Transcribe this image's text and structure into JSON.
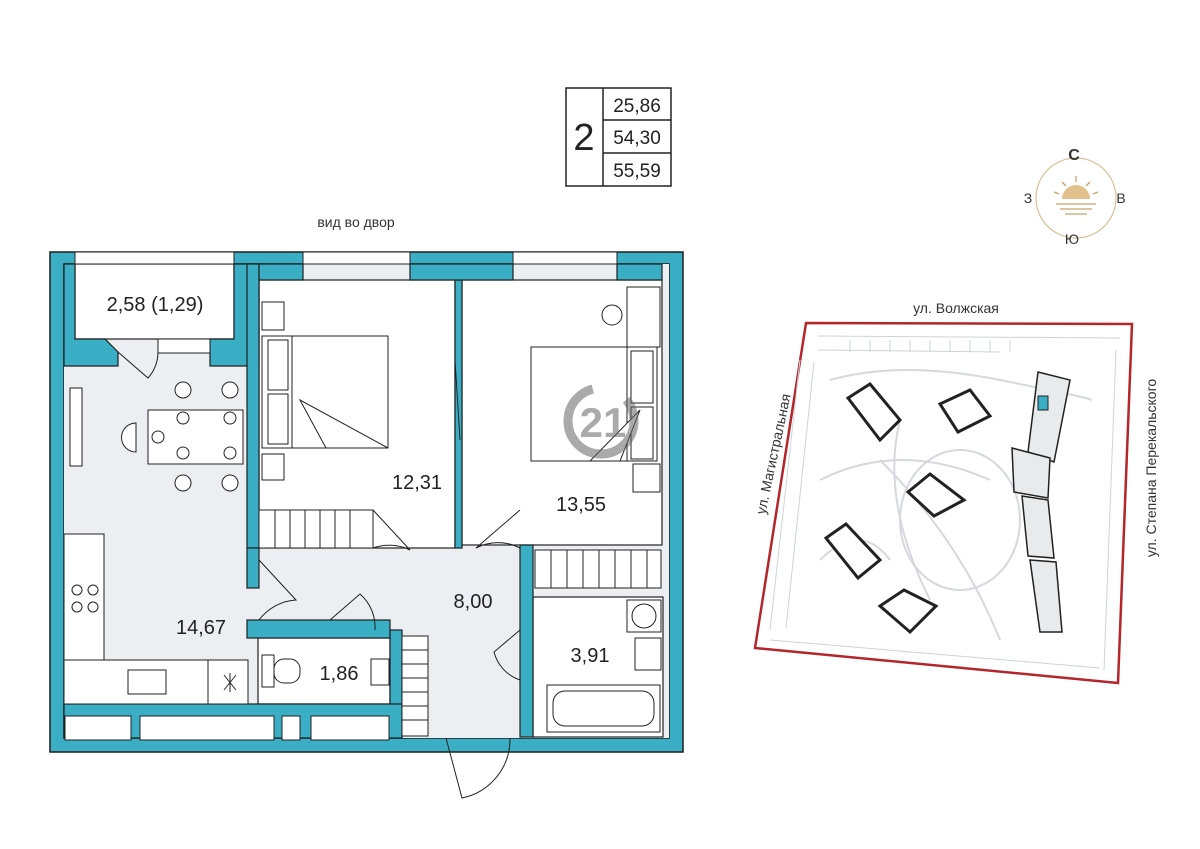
{
  "summary": {
    "rooms_count": "2",
    "living_area": "25,86",
    "total_area": "54,30",
    "total_area_with_balcony": "55,59"
  },
  "view_label": "вид во двор",
  "compass": {
    "north": "С",
    "west": "З",
    "east": "В",
    "south": "Ю"
  },
  "rooms": {
    "balcony": "2,58 (1,29)",
    "bedroom_left": "12,31",
    "bedroom_right": "13,55",
    "kitchen": "14,67",
    "hallway": "8,00",
    "wc": "1,86",
    "bathroom": "3,91"
  },
  "streets": {
    "top": "ул. Волжская",
    "left": "ул. Магистральная",
    "right": "ул. Степана Перекальского"
  },
  "logo_text": "21",
  "colors": {
    "wall": "#3aaec4",
    "wall_stroke": "#1e1e1e",
    "room_fill": "#eceef1",
    "site_border": "#b3262c",
    "compass_accent": "#c9a46a"
  }
}
